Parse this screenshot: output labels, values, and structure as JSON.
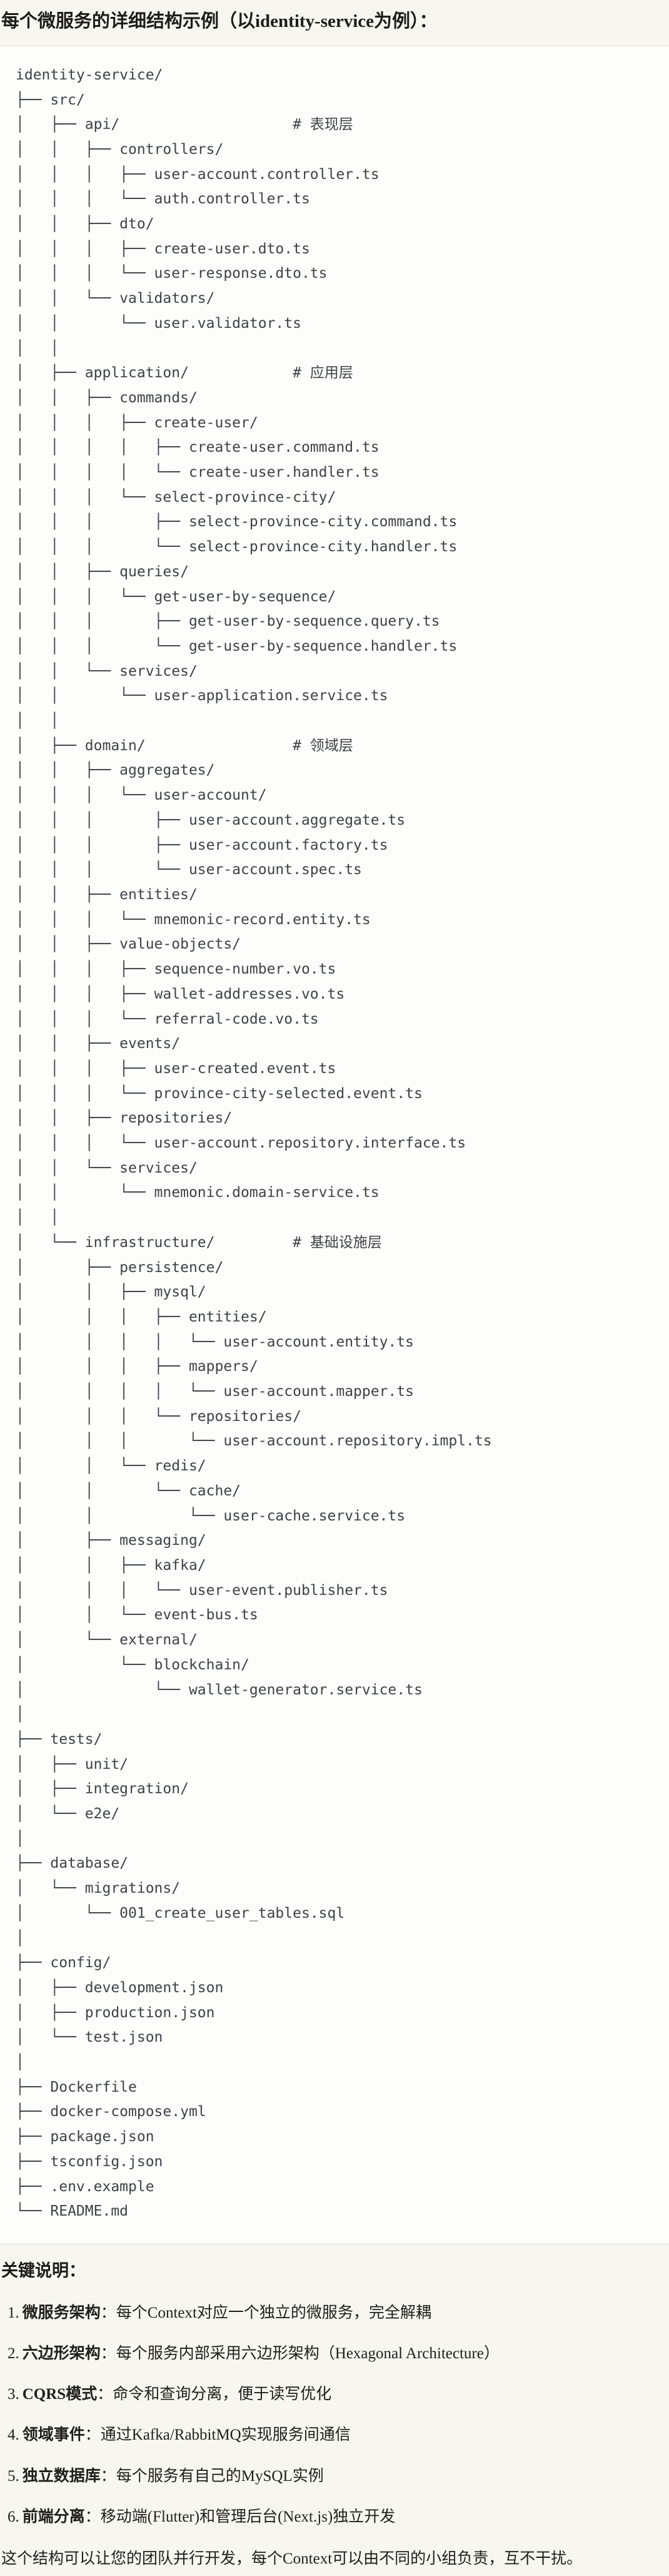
{
  "header": {
    "title": "每个微服务的详细结构示例（以identity-service为例）："
  },
  "code_block": {
    "tree": "identity-service/\n├── src/\n│   ├── api/                    # 表现层\n│   │   ├── controllers/\n│   │   │   ├── user-account.controller.ts\n│   │   │   └── auth.controller.ts\n│   │   ├── dto/\n│   │   │   ├── create-user.dto.ts\n│   │   │   └── user-response.dto.ts\n│   │   └── validators/\n│   │       └── user.validator.ts\n│   │\n│   ├── application/            # 应用层\n│   │   ├── commands/\n│   │   │   ├── create-user/\n│   │   │   │   ├── create-user.command.ts\n│   │   │   │   └── create-user.handler.ts\n│   │   │   └── select-province-city/\n│   │   │       ├── select-province-city.command.ts\n│   │   │       └── select-province-city.handler.ts\n│   │   ├── queries/\n│   │   │   └── get-user-by-sequence/\n│   │   │       ├── get-user-by-sequence.query.ts\n│   │   │       └── get-user-by-sequence.handler.ts\n│   │   └── services/\n│   │       └── user-application.service.ts\n│   │\n│   ├── domain/                 # 领域层\n│   │   ├── aggregates/\n│   │   │   └── user-account/\n│   │   │       ├── user-account.aggregate.ts\n│   │   │       ├── user-account.factory.ts\n│   │   │       └── user-account.spec.ts\n│   │   ├── entities/\n│   │   │   └── mnemonic-record.entity.ts\n│   │   ├── value-objects/\n│   │   │   ├── sequence-number.vo.ts\n│   │   │   ├── wallet-addresses.vo.ts\n│   │   │   └── referral-code.vo.ts\n│   │   ├── events/\n│   │   │   ├── user-created.event.ts\n│   │   │   └── province-city-selected.event.ts\n│   │   ├── repositories/\n│   │   │   └── user-account.repository.interface.ts\n│   │   └── services/\n│   │       └── mnemonic.domain-service.ts\n│   │\n│   └── infrastructure/         # 基础设施层\n│       ├── persistence/\n│       │   ├── mysql/\n│       │   │   ├── entities/\n│       │   │   │   └── user-account.entity.ts\n│       │   │   ├── mappers/\n│       │   │   │   └── user-account.mapper.ts\n│       │   │   └── repositories/\n│       │   │       └── user-account.repository.impl.ts\n│       │   └── redis/\n│       │       └── cache/\n│       │           └── user-cache.service.ts\n│       ├── messaging/\n│       │   ├── kafka/\n│       │   │   └── user-event.publisher.ts\n│       │   └── event-bus.ts\n│       └── external/\n│           └── blockchain/\n│               └── wallet-generator.service.ts\n│\n├── tests/\n│   ├── unit/\n│   ├── integration/\n│   └── e2e/\n│\n├── database/\n│   └── migrations/\n│       └── 001_create_user_tables.sql\n│\n├── config/\n│   ├── development.json\n│   ├── production.json\n│   └── test.json\n│\n├── Dockerfile\n├── docker-compose.yml\n├── package.json\n├── tsconfig.json\n├── .env.example\n└── README.md"
  },
  "notes": {
    "heading": "关键说明：",
    "items": [
      {
        "num": "1.",
        "label": "微服务架构",
        "text": "：每个Context对应一个独立的微服务，完全解耦"
      },
      {
        "num": "2.",
        "label": "六边形架构",
        "text": "：每个服务内部采用六边形架构（Hexagonal Architecture）"
      },
      {
        "num": "3.",
        "label": "CQRS模式",
        "text": "：命令和查询分离，便于读写优化"
      },
      {
        "num": "4.",
        "label": "领域事件",
        "text": "：通过Kafka/RabbitMQ实现服务间通信"
      },
      {
        "num": "5.",
        "label": "独立数据库",
        "text": "：每个服务有自己的MySQL实例"
      },
      {
        "num": "6.",
        "label": "前端分离",
        "text": "：移动端(Flutter)和管理后台(Next.js)独立开发"
      }
    ],
    "footer": "这个结构可以让您的团队并行开发，每个Context可以由不同的小组负责，互不干扰。"
  },
  "colors": {
    "page_bg": "#f8f6f1",
    "code_bg": "#fdfdfb",
    "border": "#dcdad3",
    "tree_text": "#3e4247",
    "body_text": "#211f1b"
  }
}
